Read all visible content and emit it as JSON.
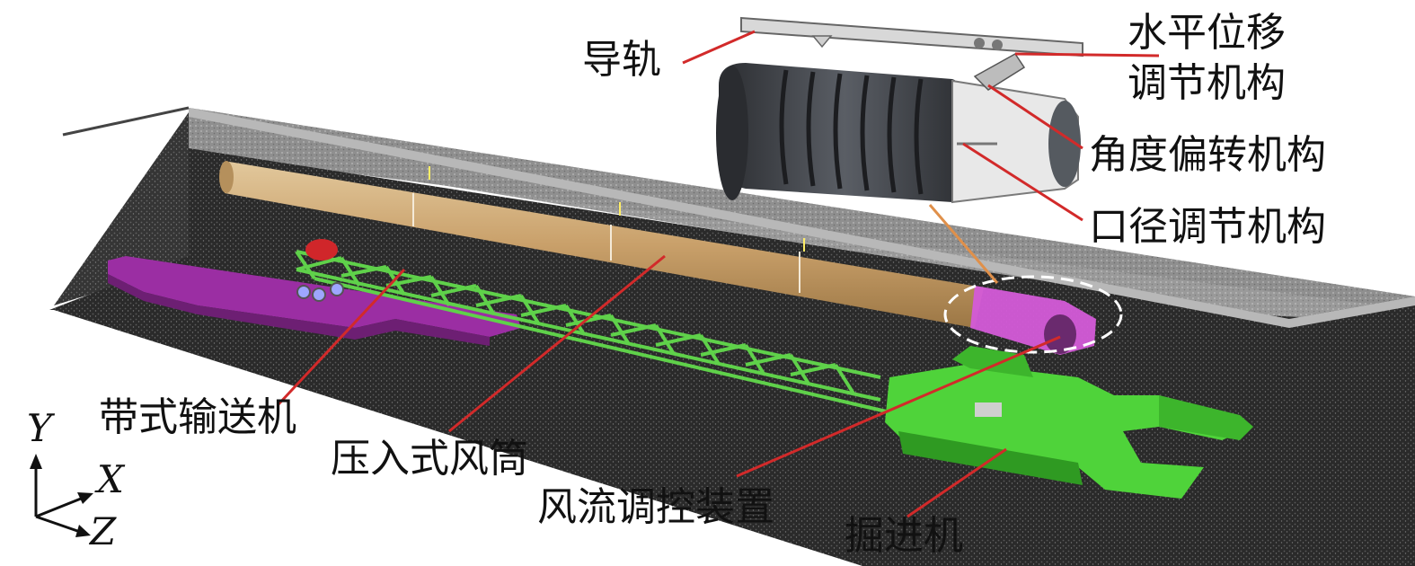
{
  "labels": {
    "rail": "导轨",
    "horizontal_1": "水平位移",
    "horizontal_2": "调节机构",
    "angle": "角度偏转机构",
    "aperture": "口径调节机构",
    "conveyor": "带式输送机",
    "duct": "压入式风筒",
    "flow_device": "风流调控装置",
    "roadheader": "掘进机"
  },
  "axes": {
    "x": "X",
    "y": "Y",
    "z": "Z"
  },
  "colors": {
    "leader": "#d22a2a",
    "duct": "#cfae7c",
    "conveyor_frame": "#5fd14a",
    "base_beam": "#9b2ea3",
    "roadheader": "#4fd33a",
    "nozzle": "#d45bd8",
    "bellows": "#3a3d42",
    "tunnel_wall": "#8c8c8c",
    "tunnel_floor": "#2b2b2b"
  }
}
